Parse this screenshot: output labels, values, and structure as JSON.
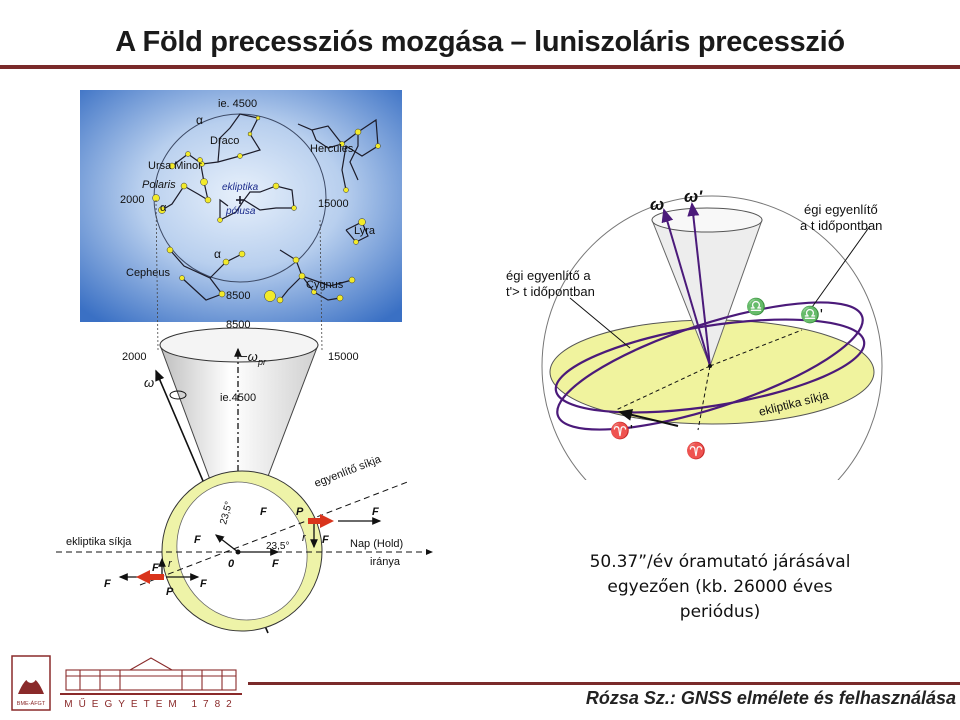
{
  "title": "A Föld precessziós mozgása – luniszoláris precesszió",
  "sky_map": {
    "ie4500": "ie. 4500",
    "alpha1": "α",
    "draco": "Draco",
    "hercules": "Hercules",
    "ursa_minor": "Ursa Minor",
    "polaris": "Polaris",
    "y2000": "2000",
    "alpha2": "α",
    "ekliptika": "ekliptika",
    "polusa": "pólusa",
    "y15000": "15000",
    "lyra": "Lyra",
    "alpha3": "α",
    "cepheus": "Cepheus",
    "cygnus": "Cygnus",
    "y8500": "8500"
  },
  "cone_diagram": {
    "y8500": "8500",
    "y2000": "2000",
    "y15000": "15000",
    "omega_pr": "−ω",
    "omega_pr_sub": "pr",
    "omega": "ω",
    "ie4500": "ie.4500",
    "egyenlito_sikja": "egyenlítő síkja",
    "ekliptika_sikja": "ekliptika síkja",
    "nap_hold": "Nap (Hold)",
    "iranya": "iránya",
    "angle1": "23,5°",
    "angle2": "23,5°",
    "F_K_top": "F",
    "P1": "P",
    "F1": "F",
    "F_K_mid": "F",
    "r_top": "r",
    "F_top": "F",
    "F0": "F",
    "zero": "0",
    "F_K_left": "F",
    "F_left": "F",
    "r_left": "r",
    "P2": "P",
    "F2": "F"
  },
  "sphere_diagram": {
    "omega": "ω",
    "omega_prime": "ω'",
    "egi_egyenlito_t": "égi egyenlítő",
    "at_idopontban": "a  t  időpontban",
    "egi_egyenlito_a": "égi egyenlítő a",
    "t_prime": "t'> t  időpontban",
    "libra": "♎",
    "libra_prime": "♎'",
    "ekliptika_sikja": "ekliptika síkja",
    "aries_prime": "♈'",
    "aries": "♈"
  },
  "caption": "50.37”/év óramutató járásával egyezően (kb. 26000 éves periódus)",
  "footer": {
    "text": "Rózsa Sz.: GNSS elmélete és felhasználása",
    "logo_text": "BME-ÁFGT",
    "university": "MŰEGYETEM 1782"
  },
  "colors": {
    "accent": "#7a2a2a",
    "sky_inner": "#e7f0fb",
    "sky_outer": "#3a70c4",
    "ellipse_fill": "#eef3a8",
    "purple": "#4b1a7a",
    "red_arrow": "#d9341c"
  }
}
